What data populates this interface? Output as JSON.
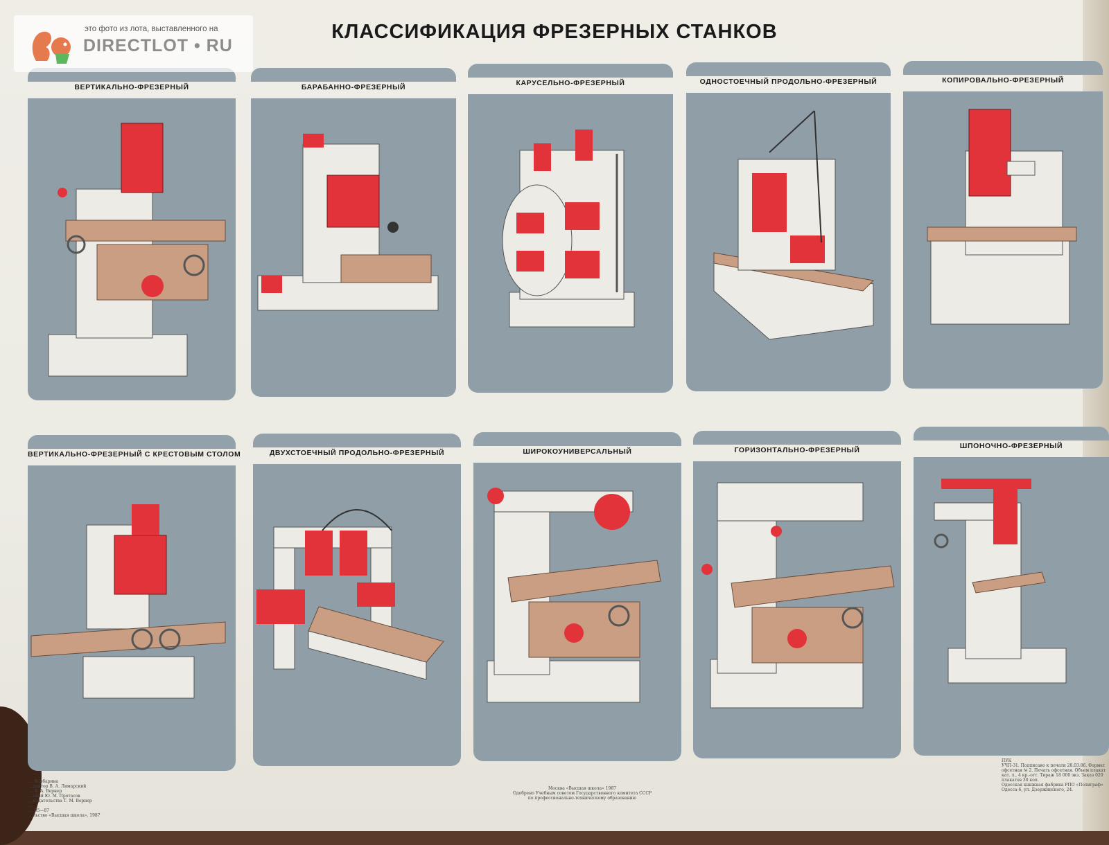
{
  "watermark": {
    "caption": "это фото из лота, выставленного на",
    "brand": "DIRECTLOT • RU",
    "logo_icon": "squirrel-logo-icon"
  },
  "poster": {
    "title": "КЛАССИФИКАЦИЯ ФРЕЗЕРНЫХ СТАНКОВ",
    "panels": [
      {
        "label": "ВЕРТИКАЛЬНО-ФРЕЗЕРНЫЙ",
        "illustration": "vertical-milling-machine-icon"
      },
      {
        "label": "БАРАБАННО-ФРЕЗЕРНЫЙ",
        "illustration": "drum-milling-machine-icon"
      },
      {
        "label": "КАРУСЕЛЬНО-ФРЕЗЕРНЫЙ",
        "illustration": "carousel-milling-machine-icon"
      },
      {
        "label": "ОДНОСТОЕЧНЫЙ ПРОДОЛЬНО-ФРЕЗЕРНЫЙ",
        "illustration": "single-column-planer-mill-icon"
      },
      {
        "label": "КОПИРОВАЛЬНО-ФРЕЗЕРНЫЙ",
        "illustration": "copy-milling-machine-icon"
      },
      {
        "label": "ВЕРТИКАЛЬНО-ФРЕЗЕРНЫЙ С КРЕСТОВЫМ СТОЛОМ",
        "illustration": "cross-table-milling-machine-icon"
      },
      {
        "label": "ДВУХСТОЕЧНЫЙ ПРОДОЛЬНО-ФРЕЗЕРНЫЙ",
        "illustration": "double-column-planer-mill-icon"
      },
      {
        "label": "ШИРОКОУНИВЕРСАЛЬНЫЙ",
        "illustration": "universal-milling-machine-icon"
      },
      {
        "label": "ГОРИЗОНТАЛЬНО-ФРЕЗЕРНЫЙ",
        "illustration": "horizontal-milling-machine-icon"
      },
      {
        "label": "ШПОНОЧНО-ФРЕЗЕРНЫЙ",
        "illustration": "keyway-milling-machine-icon"
      }
    ],
    "imprint_left": "... Варбарина\n...дактор В. А. Лимарский\n... В. А. Вернер\n...ский Ю. М. Протасов\n...издательства Т. М. Вернер\n...\n... 95—87\n...льство «Высшая школа», 1987",
    "imprint_center": "Москва «Высшая школа» 1987\nОдобрено Учебным советом Государственного комитета СССР\nпо профессионально-техническому образованию",
    "imprint_right": "ПУК\nУЧП-31. Подписано к печати 28.03.86. Формат\nофсетная № 2. Печать офсетная. Объем плакат\nкат. л., 4 кр.-отт. Тираж 18 000 экз. Заказ 020\nплакатов 30 коп.\nОдесская книжная фабрика РПО «Полиграф»\nОдесса-6, ул. Дзержинского, 24."
  },
  "colors": {
    "card": "#8f9ea7",
    "machine_body": "#ecebe6",
    "accent_red": "#e2323a",
    "table_tan": "#c99e82"
  }
}
